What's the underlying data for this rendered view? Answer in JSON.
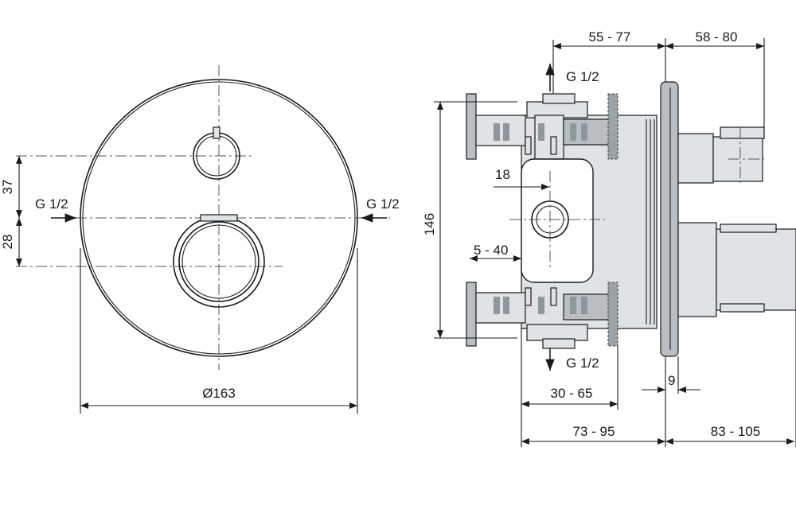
{
  "front_view": {
    "inlet_left_label": "G 1/2",
    "inlet_right_label": "G 1/2",
    "dim_top_offset": "37",
    "dim_bottom_offset": "28",
    "dim_diameter": "Ø163"
  },
  "side_view": {
    "outlet_top_label": "G 1/2",
    "outlet_bottom_label": "G 1/2",
    "dim_height": "146",
    "dim_18": "18",
    "dim_5_40": "5 - 40",
    "dim_55_77": "55 - 77",
    "dim_58_80": "58 - 80",
    "dim_30_65": "30 - 65",
    "dim_9": "9",
    "dim_73_95": "73 - 95",
    "dim_83_105": "83 - 105"
  },
  "colors": {
    "line": "#1a1a1a",
    "body_fill": "#b8bec2",
    "light_fill": "#dfe3e5"
  }
}
